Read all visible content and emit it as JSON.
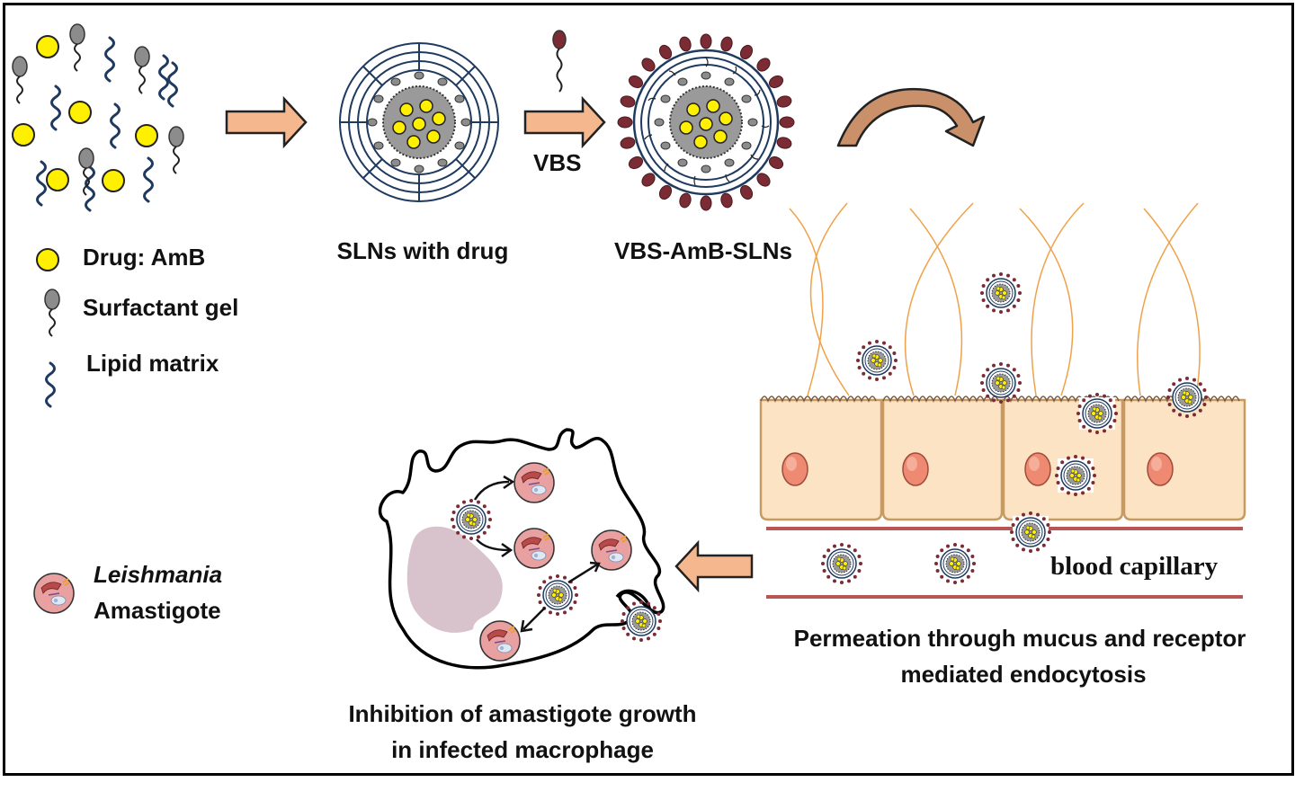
{
  "labels": {
    "vbs": "VBS",
    "sln_with_drug": "SLNs with drug",
    "vbs_amb_slns": "VBS-AmB-SLNs",
    "blood_capillary": "blood capillary",
    "permeation_line1": "Permeation through mucus and receptor",
    "permeation_line2": "mediated endocytosis",
    "inhibition_line1": "Inhibition of  amastigote growth",
    "inhibition_line2": "in infected macrophage"
  },
  "legend": {
    "drug": "Drug: AmB",
    "surfactant": "Surfactant gel",
    "lipid": "Lipid matrix",
    "leishmania_genus": "Leishmania",
    "leishmania_stage": "Amastigote"
  },
  "colors": {
    "drug_yellow": "#ffef00",
    "surfactant_gray": "#8c8c8c",
    "lipid_navy": "#1f3a5f",
    "vbs_maroon": "#7b2b33",
    "arrow_peach": "#f5b88e",
    "cell_fill": "#fbe3c4",
    "cell_stroke": "#c79a62",
    "nucleus": "#ef8a72",
    "mucus_orange": "#f0a24a",
    "capillary_red": "#b85555",
    "macrophage_nucleus": "#d8c2cc",
    "amastigote_body": "#e8a0a0"
  },
  "icons": [
    "drug-icon",
    "surfactant-icon",
    "lipid-icon",
    "leishmania-icon",
    "nanoparticle-icon",
    "curved-arrow-icon",
    "block-arrow-icon"
  ]
}
